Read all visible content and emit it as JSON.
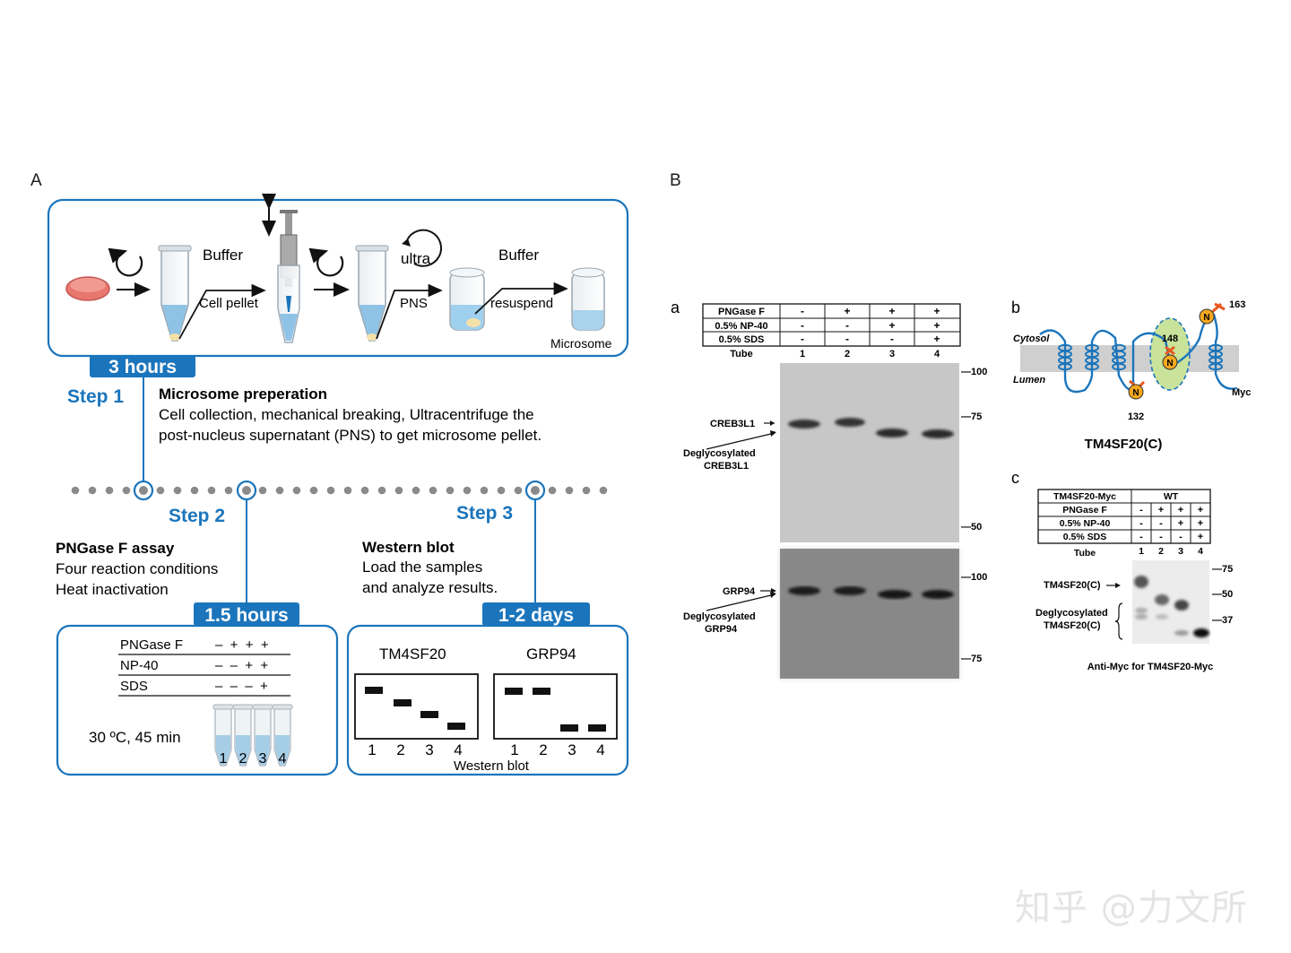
{
  "panel_A": {
    "letter": "A",
    "protocol_box": {
      "buffer1": "Buffer",
      "cell_pellet": "Cell pellet",
      "ultra": "ultra",
      "pns": "PNS",
      "buffer2": "Buffer",
      "resuspend": "resuspend",
      "microsome": "Microsome"
    },
    "time1": "3 hours",
    "step1": {
      "label": "Step 1",
      "title": "Microsome preperation",
      "line1": "Cell collection, mechanical breaking, Ultracentrifuge the",
      "line2": "post-nucleus supernatant (PNS) to get microsome pellet."
    },
    "step2": {
      "label": "Step 2",
      "title": "PNGase F assay",
      "line1": "Four reaction conditions",
      "line2": "Heat inactivation",
      "time": "1.5 hours",
      "table": {
        "row1_label": "PNGase F",
        "row1_signs": "–  +  +  +",
        "row2_label": "NP-40",
        "row2_signs": "–  –  +  +",
        "row3_label": "SDS",
        "row3_signs": "–  –  –  +"
      },
      "condition": "30 ºC, 45 min",
      "tubes": [
        "1",
        "2",
        "3",
        "4"
      ]
    },
    "step3": {
      "label": "Step 3",
      "title": "Western blot",
      "line1": "Load the samples",
      "line2": "and analyze results.",
      "time": "1-2 days",
      "blot1_title": "TM4SF20",
      "blot2_title": "GRP94",
      "lanes": [
        "1",
        "2",
        "3",
        "4"
      ],
      "caption": "Western blot"
    }
  },
  "panel_B": {
    "letter": "B",
    "a": {
      "letter": "a",
      "table": {
        "rows": [
          {
            "label": "PNGase F",
            "cells": [
              "-",
              "+",
              "+",
              "+"
            ]
          },
          {
            "label": "0.5% NP-40",
            "cells": [
              "-",
              "-",
              "+",
              "+"
            ]
          },
          {
            "label": "0.5% SDS",
            "cells": [
              "-",
              "-",
              "-",
              "+"
            ]
          }
        ],
        "tube_label": "Tube",
        "tubes": [
          "1",
          "2",
          "3",
          "4"
        ]
      },
      "top_markers": [
        "—100",
        "—75",
        "—50"
      ],
      "bottom_markers": [
        "—100",
        "—75"
      ],
      "creb_label": "CREB3L1",
      "degly_creb_1": "Deglycosylated",
      "degly_creb_2": "CREB3L1",
      "grp_label": "GRP94",
      "degly_grp_1": "Deglycosylated",
      "degly_grp_2": "GRP94"
    },
    "b": {
      "letter": "b",
      "cytosol": "Cytosol",
      "lumen": "Lumen",
      "site163": "163",
      "site148": "148",
      "site132": "132",
      "n": "N",
      "myc": "Myc",
      "title": "TM4SF20(C)"
    },
    "c": {
      "letter": "c",
      "table": {
        "header_label": "TM4SF20-Myc",
        "header_value": "WT",
        "rows": [
          {
            "label": "PNGase F",
            "cells": [
              "-",
              "+",
              "+",
              "+"
            ]
          },
          {
            "label": "0.5% NP-40",
            "cells": [
              "-",
              "-",
              "+",
              "+"
            ]
          },
          {
            "label": "0.5% SDS",
            "cells": [
              "-",
              "-",
              "-",
              "+"
            ]
          }
        ],
        "tube_label": "Tube",
        "tubes": [
          "1",
          "2",
          "3",
          "4"
        ]
      },
      "markers": [
        "—75",
        "—50",
        "—37"
      ],
      "tm_label": "TM4SF20(C)",
      "degly_1": "Deglycosylated",
      "degly_2": "TM4SF20(C)",
      "caption": "Anti-Myc for TM4SF20-Myc"
    }
  },
  "watermark": "知乎 @力文所",
  "colors": {
    "accent": "#1b75bc",
    "dot": "#8a8a8a",
    "membrane": "#cfcfcf",
    "glycan": "#e8571f",
    "nsite": "#f4a81d",
    "highlight": "#c9e39a"
  }
}
